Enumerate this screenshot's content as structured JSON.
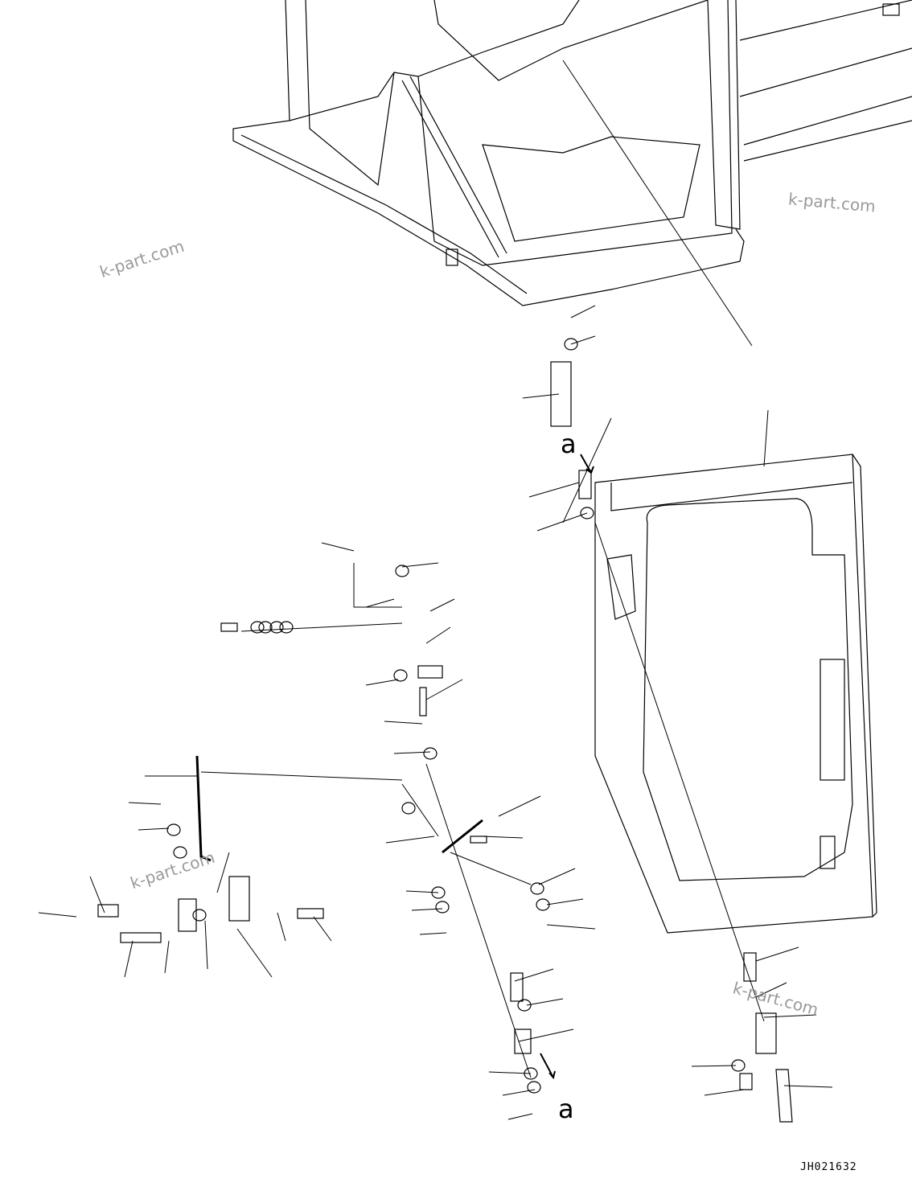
{
  "watermarks": [
    "k-part.com",
    "k-part.com",
    "k-part.com",
    "k-part.com"
  ],
  "reference_marks": [
    "a",
    "a"
  ],
  "drawing_code": "JH021632",
  "colors": {
    "line": "#000000",
    "watermark": "#9a9a9a",
    "background": "#ffffff"
  }
}
